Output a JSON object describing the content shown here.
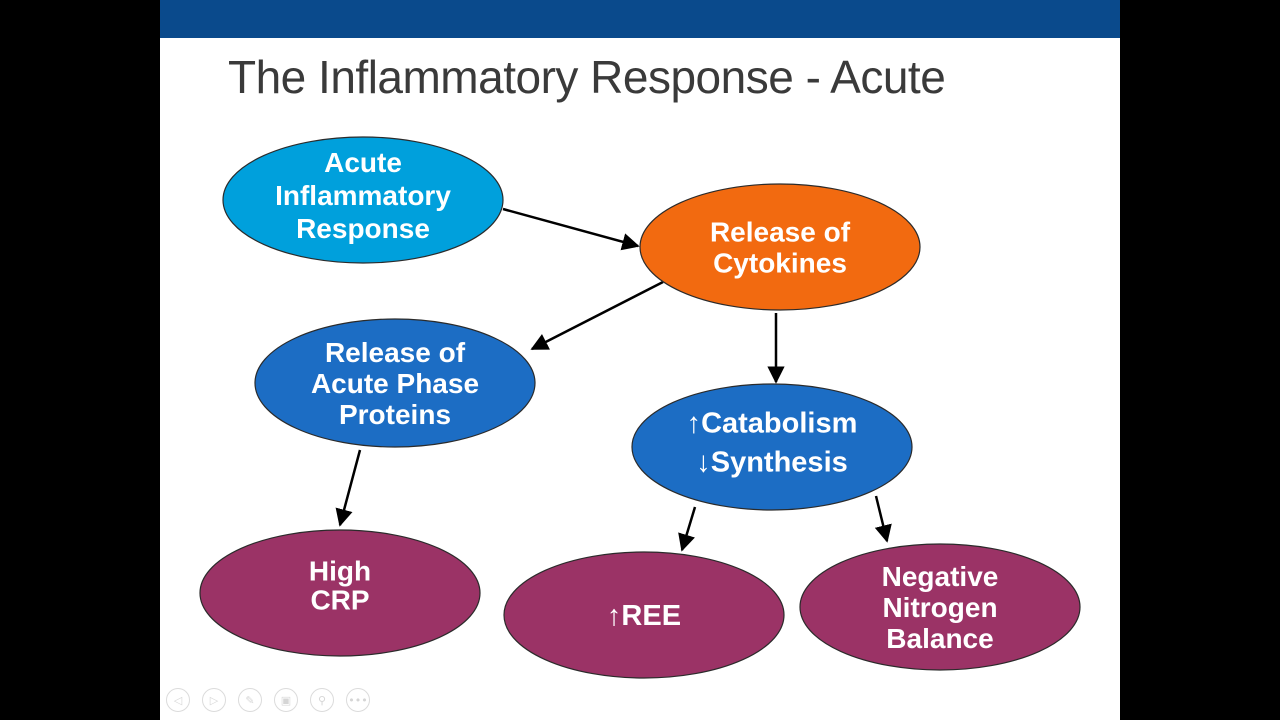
{
  "slide": {
    "title": "The Inflammatory Response - Acute",
    "colors": {
      "top_bar": "#0a4a8c",
      "light_blue": "#00a0dc",
      "orange": "#f26a10",
      "blue": "#1c6dc4",
      "purple": "#9b3366",
      "arrow": "#000000"
    }
  },
  "nodes": [
    {
      "id": "acute",
      "lines": [
        "Acute",
        "Inflammatory",
        "Response"
      ],
      "color": "light_blue"
    },
    {
      "id": "cytokines",
      "lines": [
        "Release of",
        "Cytokines"
      ],
      "color": "orange"
    },
    {
      "id": "app",
      "lines": [
        "Release of",
        "Acute Phase",
        "Proteins"
      ],
      "color": "blue"
    },
    {
      "id": "catab",
      "lines": [
        "↑Catabolism",
        "↓Synthesis"
      ],
      "color": "blue"
    },
    {
      "id": "crp",
      "lines": [
        "High",
        "CRP"
      ],
      "color": "purple"
    },
    {
      "id": "ree",
      "lines": [
        "↑REE"
      ],
      "color": "purple"
    },
    {
      "id": "nnb",
      "lines": [
        "Negative",
        "Nitrogen",
        "Balance"
      ],
      "color": "purple"
    }
  ],
  "edges": [
    {
      "from": "acute",
      "to": "cytokines"
    },
    {
      "from": "cytokines",
      "to": "app"
    },
    {
      "from": "cytokines",
      "to": "catab"
    },
    {
      "from": "app",
      "to": "crp"
    },
    {
      "from": "catab",
      "to": "ree"
    },
    {
      "from": "catab",
      "to": "nnb"
    }
  ],
  "player_controls": [
    {
      "name": "previous-icon",
      "glyph": "◁"
    },
    {
      "name": "next-icon",
      "glyph": "▷"
    },
    {
      "name": "pen-icon",
      "glyph": "✎"
    },
    {
      "name": "slides-icon",
      "glyph": "▣"
    },
    {
      "name": "zoom-icon",
      "glyph": "⚲"
    },
    {
      "name": "more-icon",
      "glyph": "•••"
    }
  ]
}
